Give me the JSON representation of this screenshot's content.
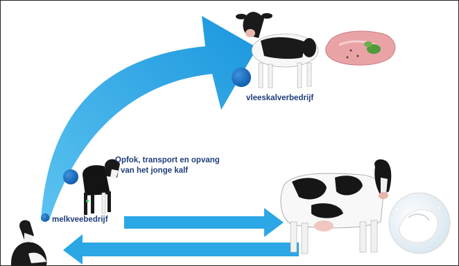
{
  "labels": {
    "vleeskalverbedrijf": "vleeskalverbedrijf",
    "melkveebedrijf": "melkveebedrijf",
    "opfok_line1": "Opfok, transport en opvang",
    "opfok_line2": "van het jonge kalf"
  },
  "colors": {
    "arrow_blue": "#29a8e6",
    "node_dark_blue": "#1a6fc0",
    "label_navy": "#1f3d7a",
    "meat_pink": "#e9a3a6",
    "milk_white": "#f4f4f4"
  },
  "icons": [
    "curved-arrow-icon",
    "right-arrow-icon",
    "left-arrow-icon",
    "cow-icon",
    "calf-icon",
    "meat-icon",
    "milk-splash-icon"
  ]
}
